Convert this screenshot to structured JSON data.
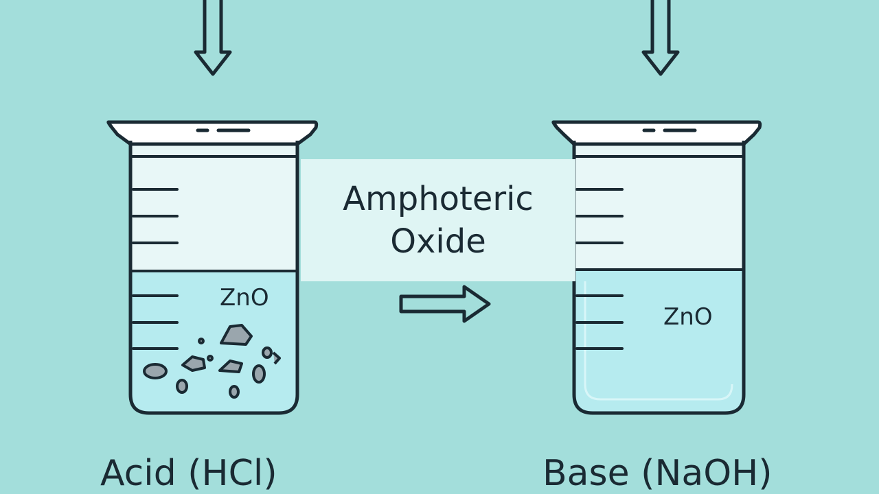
{
  "title": {
    "line1": "Amphoteric",
    "line2": "Oxide"
  },
  "left_beaker": {
    "label": "Acid (HCl)",
    "contents": "ZnO"
  },
  "right_beaker": {
    "label": "Base (NaOH)",
    "contents": "ZnO"
  },
  "colors": {
    "background": "#a3dedb",
    "outline": "#1a2a33",
    "liquid": "#b6ebef",
    "glass": "#e8f7f7",
    "particles": "#9aa6ad"
  },
  "icons": [
    "down-arrow-icon",
    "right-arrow-icon",
    "beaker-icon"
  ]
}
